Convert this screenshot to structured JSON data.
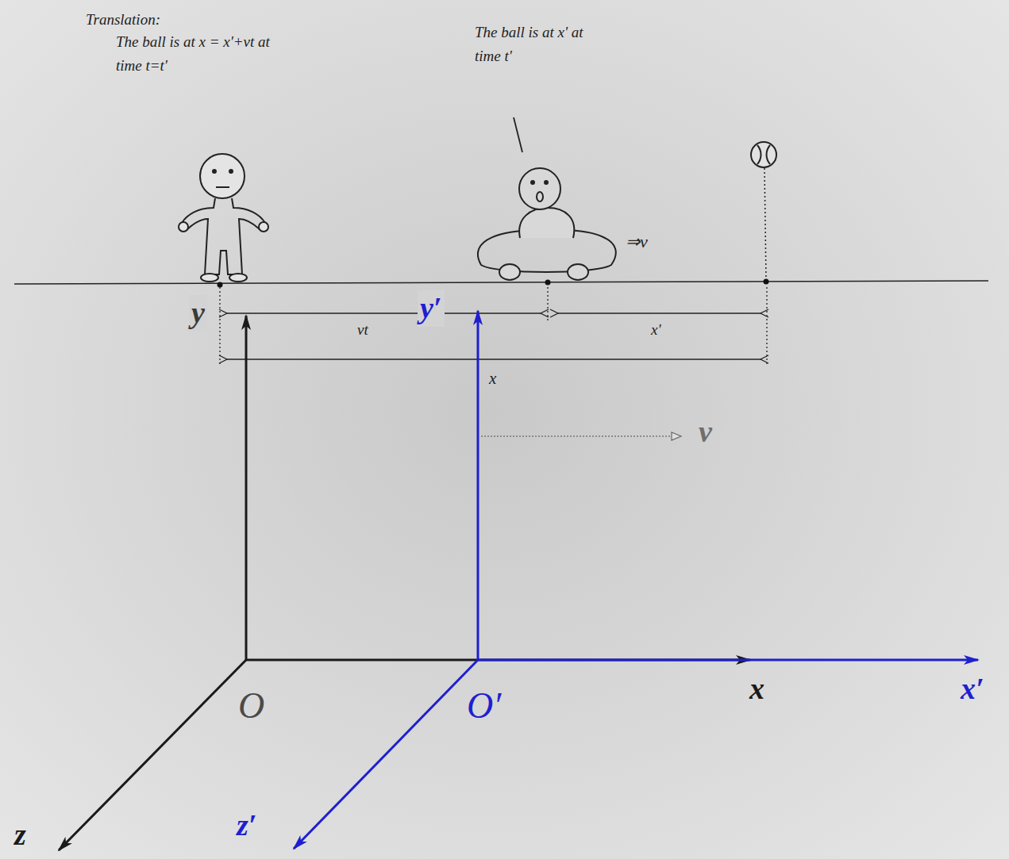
{
  "diagram": {
    "labels": [
      "Translation:",
      "The ball is at x = x'+vt at time t=t'",
      "The ball is at x' at time t'",
      "⇒v",
      "vt",
      "x'",
      "x",
      "y",
      "y′",
      "v",
      "O",
      "O′",
      "x",
      "x′",
      "z",
      "z′"
    ]
  }
}
